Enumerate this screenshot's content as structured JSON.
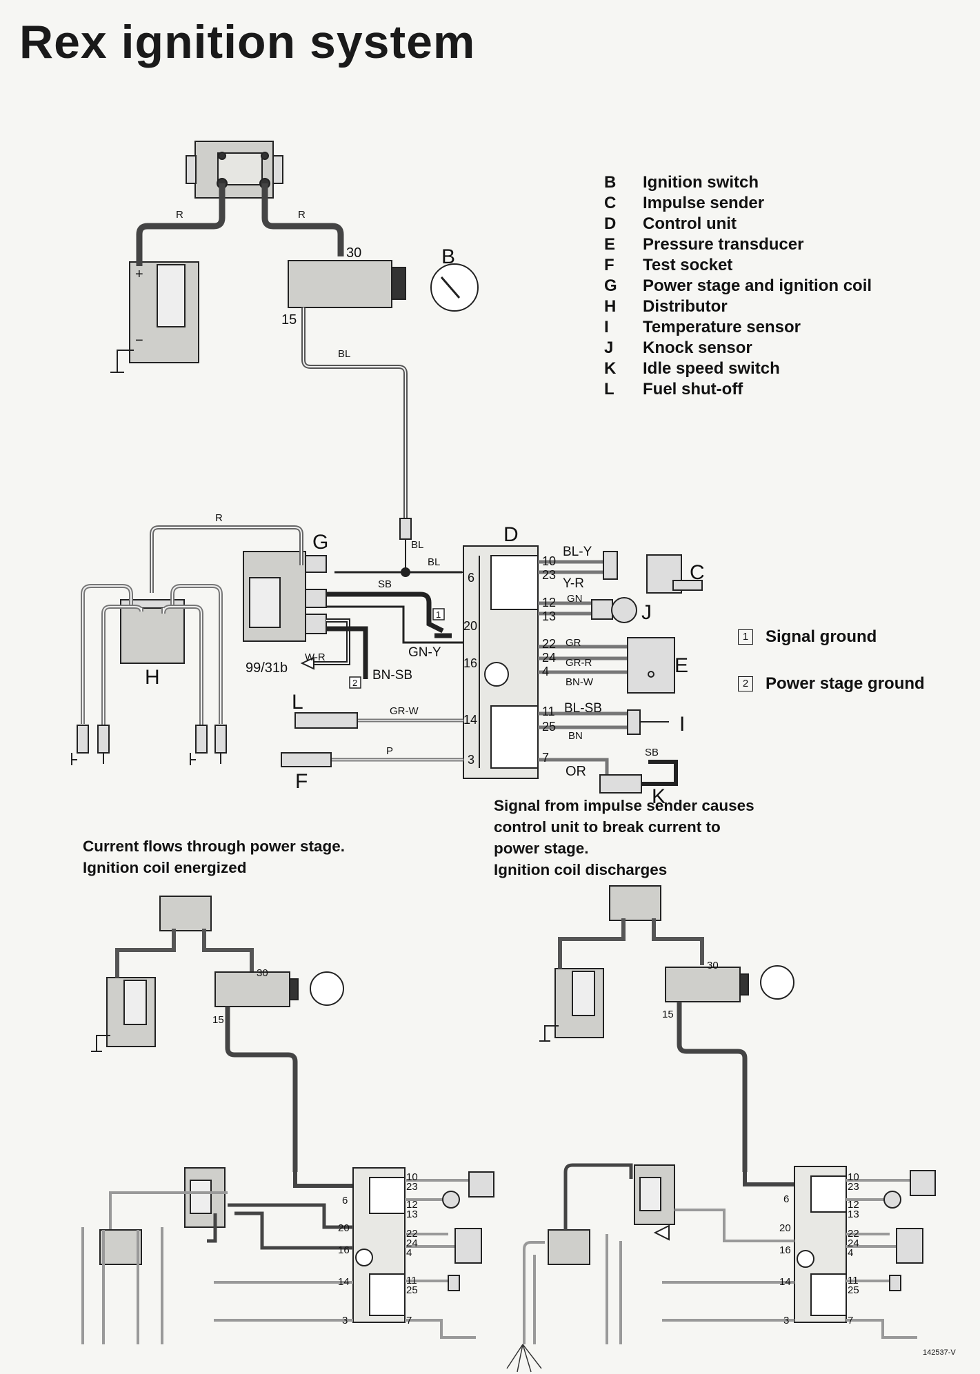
{
  "title": "Rex ignition system",
  "legend": [
    {
      "letter": "B",
      "label": "Ignition switch"
    },
    {
      "letter": "C",
      "label": "Impulse sender"
    },
    {
      "letter": "D",
      "label": "Control unit"
    },
    {
      "letter": "E",
      "label": "Pressure transducer"
    },
    {
      "letter": "F",
      "label": "Test socket"
    },
    {
      "letter": "G",
      "label": "Power stage and ignition coil"
    },
    {
      "letter": "H",
      "label": "Distributor"
    },
    {
      "letter": "I",
      "label": "Temperature sensor"
    },
    {
      "letter": "J",
      "label": "Knock sensor"
    },
    {
      "letter": "K",
      "label": "Idle speed switch"
    },
    {
      "letter": "L",
      "label": "Fuel shut-off"
    }
  ],
  "grounds": [
    {
      "num": "1",
      "label": "Signal ground"
    },
    {
      "num": "2",
      "label": "Power stage ground"
    }
  ],
  "captions": {
    "left": [
      "Current flows through power stage.",
      "Ignition coil energized"
    ],
    "right": [
      "Signal from impulse sender causes",
      "control unit to break current to",
      "power stage.",
      "Ignition coil discharges"
    ]
  },
  "main_diagram": {
    "component_letters": [
      "B",
      "C",
      "D",
      "E",
      "F",
      "G",
      "H",
      "I",
      "J",
      "K",
      "L"
    ],
    "terminal_labels": {
      "battery_plus": "+",
      "battery_minus": "−",
      "switch_in": "30",
      "switch_out": "15",
      "ext_ref": "99/31b"
    },
    "wire_colors": [
      "R",
      "R",
      "BL",
      "BL",
      "BL",
      "SB",
      "R",
      "GN-Y",
      "W-R",
      "BN-SB",
      "GR-W",
      "P",
      "BL-Y",
      "Y-R",
      "GN",
      "GR",
      "GR-R",
      "BN-W",
      "BL-SB",
      "BN",
      "SB",
      "OR"
    ],
    "cu_left_pins": [
      "6",
      "20",
      "16",
      "14",
      "3"
    ],
    "cu_right_pins": [
      "10",
      "23",
      "12",
      "13",
      "22",
      "24",
      "4",
      "11",
      "25",
      "7"
    ]
  },
  "small_diagrams": {
    "terminal_labels": [
      "30",
      "15"
    ],
    "cu_left_pins": [
      "6",
      "20",
      "16",
      "14",
      "3"
    ],
    "cu_right_pins": [
      "10",
      "23",
      "12",
      "13",
      "22",
      "24",
      "4",
      "11",
      "25",
      "7"
    ]
  },
  "part_number": "142537-V"
}
